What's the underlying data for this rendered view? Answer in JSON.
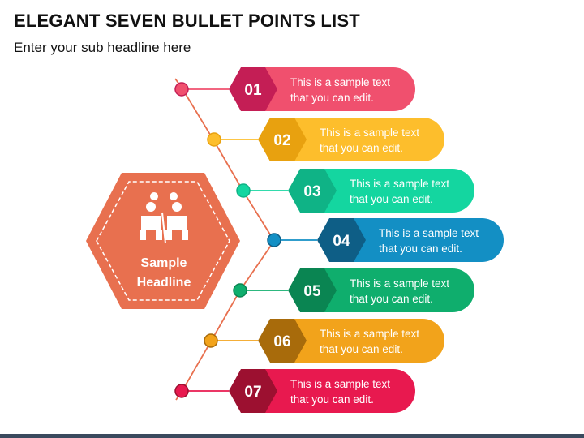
{
  "header": {
    "title": "ELEGANT SEVEN BULLET POINTS LIST",
    "subtitle": "Enter your sub headline here"
  },
  "center": {
    "headline_line1": "Sample",
    "headline_line2": "Headline",
    "icon": "meeting-people-icon",
    "color": "#E8704F"
  },
  "items": [
    {
      "number": "01",
      "line1": "This is a sample text",
      "line2": "that you can edit.",
      "color": "#F0506E",
      "dark": "#C41E55"
    },
    {
      "number": "02",
      "line1": "This is a sample text",
      "line2": "that you can edit.",
      "color": "#FDBE2C",
      "dark": "#E8A10F"
    },
    {
      "number": "03",
      "line1": "This is a sample text",
      "line2": "that you can edit.",
      "color": "#14D6A0",
      "dark": "#0FB386"
    },
    {
      "number": "04",
      "line1": "This is a sample text",
      "line2": "that you can edit.",
      "color": "#138FC4",
      "dark": "#0E5E86"
    },
    {
      "number": "05",
      "line1": "This is a sample text",
      "line2": "that you can edit.",
      "color": "#0FAE6D",
      "dark": "#0A8552"
    },
    {
      "number": "06",
      "line1": "This is a sample text",
      "line2": "that you can edit.",
      "color": "#F2A31B",
      "dark": "#A86B0B"
    },
    {
      "number": "07",
      "line1": "This is a sample text",
      "line2": "that you can edit.",
      "color": "#E8194F",
      "dark": "#9C1030"
    }
  ]
}
